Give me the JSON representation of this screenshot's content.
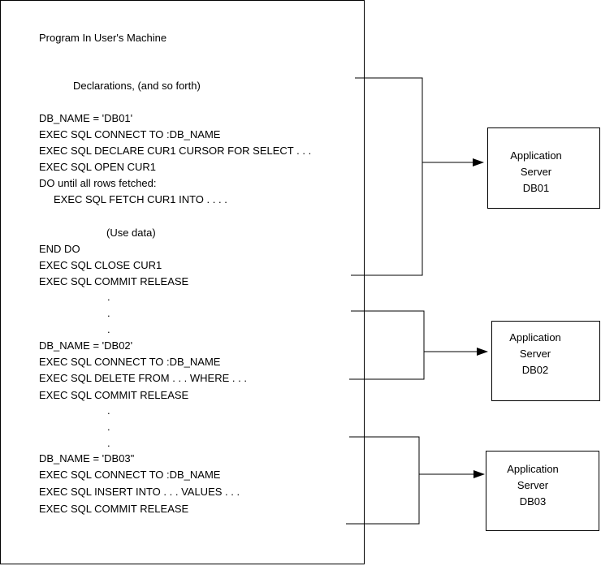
{
  "program": {
    "title": "Program In User's Machine",
    "declarations": "Declarations, (and so forth)",
    "block1": [
      "DB_NAME = 'DB01'",
      "EXEC SQL CONNECT TO  :DB_NAME",
      "EXEC SQL DECLARE CUR1 CURSOR FOR SELECT . . .",
      "EXEC SQL OPEN CUR1",
      "DO until all rows fetched:",
      "EXEC SQL FETCH CUR1 INTO . . . .",
      "(Use data)",
      "END DO",
      "EXEC SQL CLOSE CUR1",
      "EXEC SQL COMMIT RELEASE"
    ],
    "block2": [
      "DB_NAME = 'DB02'",
      "EXEC SQL CONNECT TO :DB_NAME",
      "EXEC SQL DELETE FROM . . . WHERE . . .",
      "EXEC SQL COMMIT RELEASE"
    ],
    "block3": [
      "DB_NAME = 'DB03\"",
      "EXEC SQL CONNECT TO :DB_NAME",
      "EXEC SQL INSERT INTO . . . VALUES . . .",
      "EXEC SQL COMMIT RELEASE"
    ],
    "dot": "."
  },
  "servers": [
    {
      "line1": "Application",
      "line2": "Server",
      "line3": "DB01"
    },
    {
      "line1": "Application",
      "line2": "Server",
      "line3": "DB02"
    },
    {
      "line1": "Application",
      "line2": "Server",
      "line3": "DB03"
    }
  ]
}
